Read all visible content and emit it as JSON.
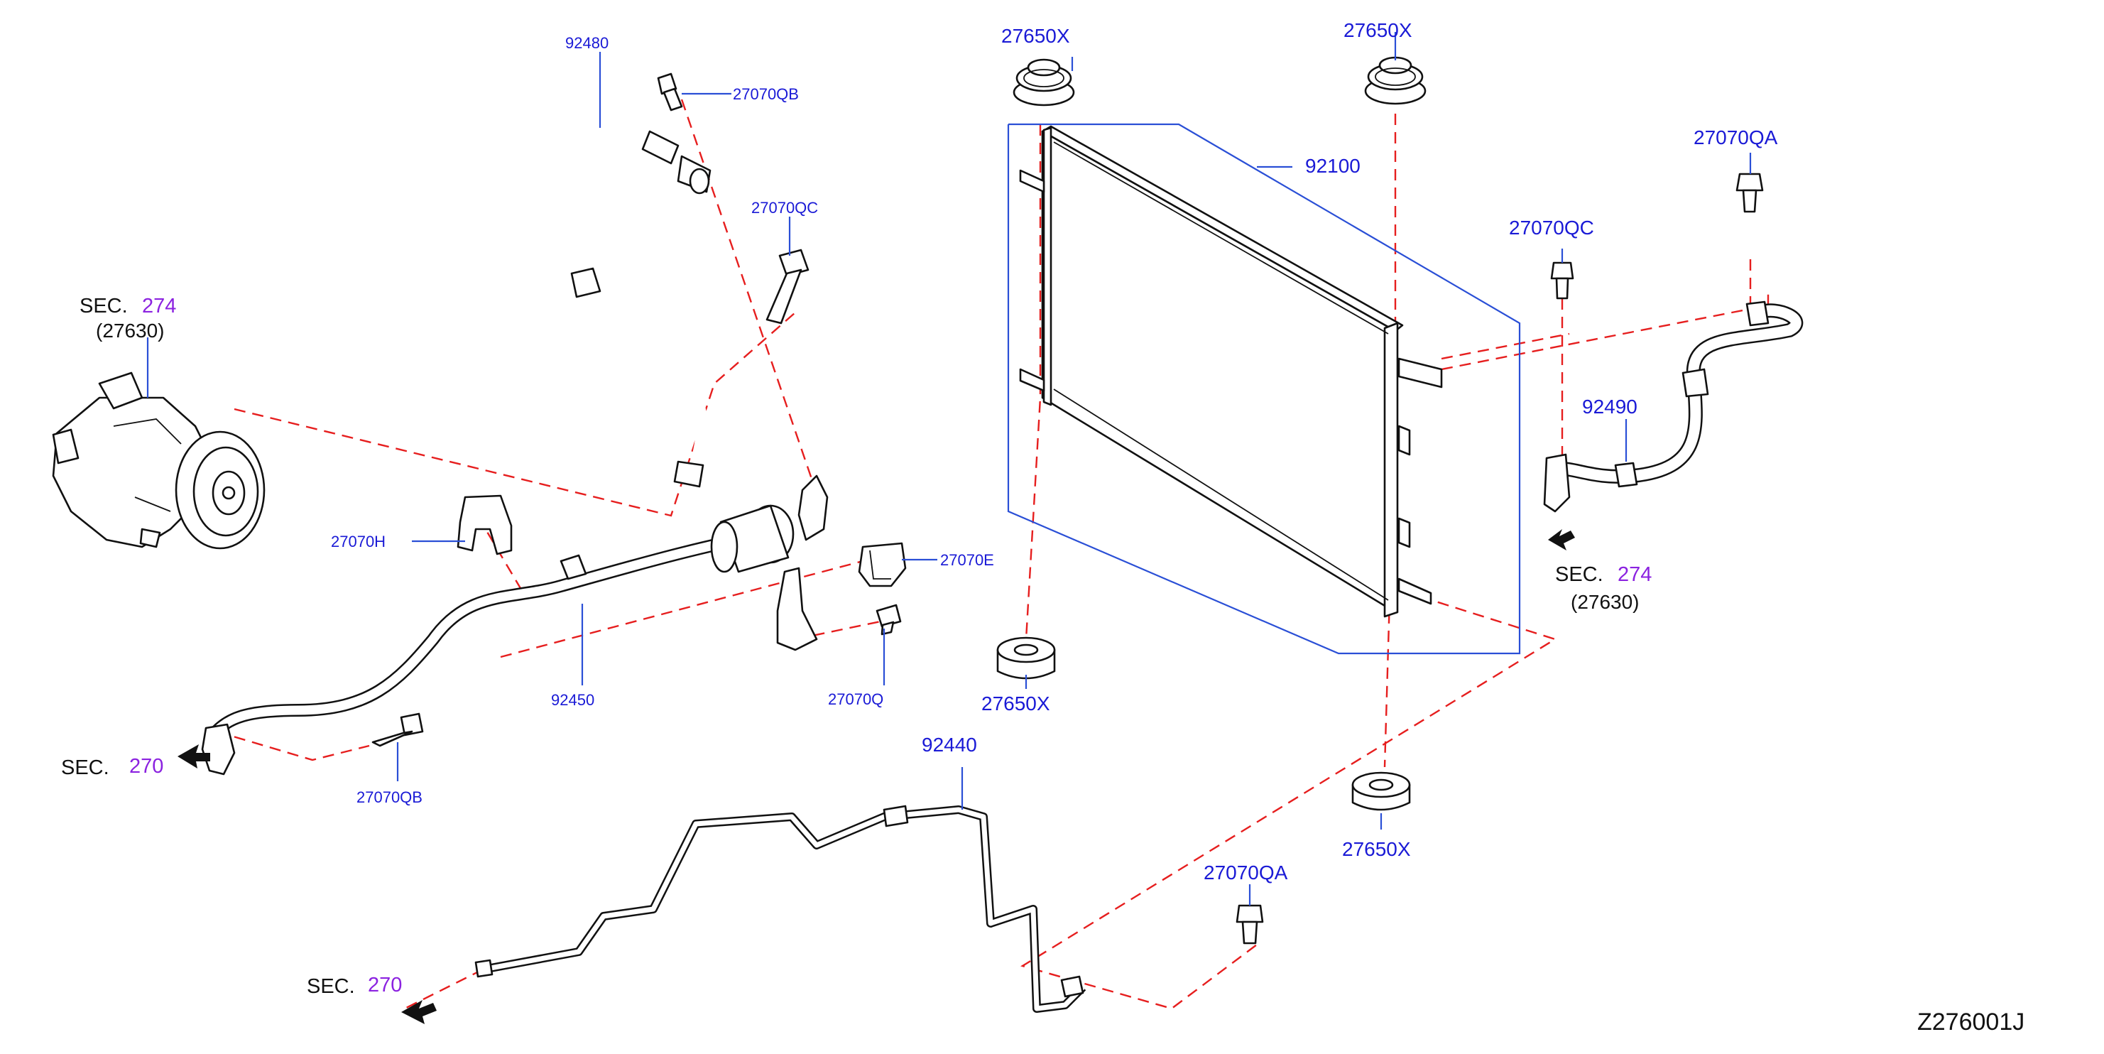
{
  "diagram": {
    "code": "Z276001J",
    "parts": {
      "p92480": "92480",
      "p27070QB_top": "27070QB",
      "p27070QC_left": "27070QC",
      "p27650X_top_left": "27650X",
      "p27650X_top_right": "27650X",
      "p92100": "92100",
      "p27070QA_top": "27070QA",
      "p27070QC_right": "27070QC",
      "p92490": "92490",
      "p27070H": "27070H",
      "p27070E": "27070E",
      "p92450": "92450",
      "p27070Q": "27070Q",
      "p27650X_bottom_left": "27650X",
      "p27070QB_bottom": "27070QB",
      "p92440": "92440",
      "p27650X_bottom_right": "27650X",
      "p27070QA_bottom": "27070QA"
    },
    "sections": {
      "compressor": {
        "sec": "SEC.",
        "num": "274",
        "sub": "(27630)"
      },
      "right": {
        "sec": "SEC.",
        "num": "274",
        "sub": "(27630)"
      },
      "left_mid": {
        "sec": "SEC.",
        "num": "270"
      },
      "left_bottom": {
        "sec": "SEC.",
        "num": "270"
      }
    }
  },
  "colors": {
    "part_number": "#1a1ad6",
    "section_number": "#8b22e0",
    "dashed_guide": "#e61e1e",
    "leader": "#2a4fd6",
    "line_art": "#111111"
  }
}
